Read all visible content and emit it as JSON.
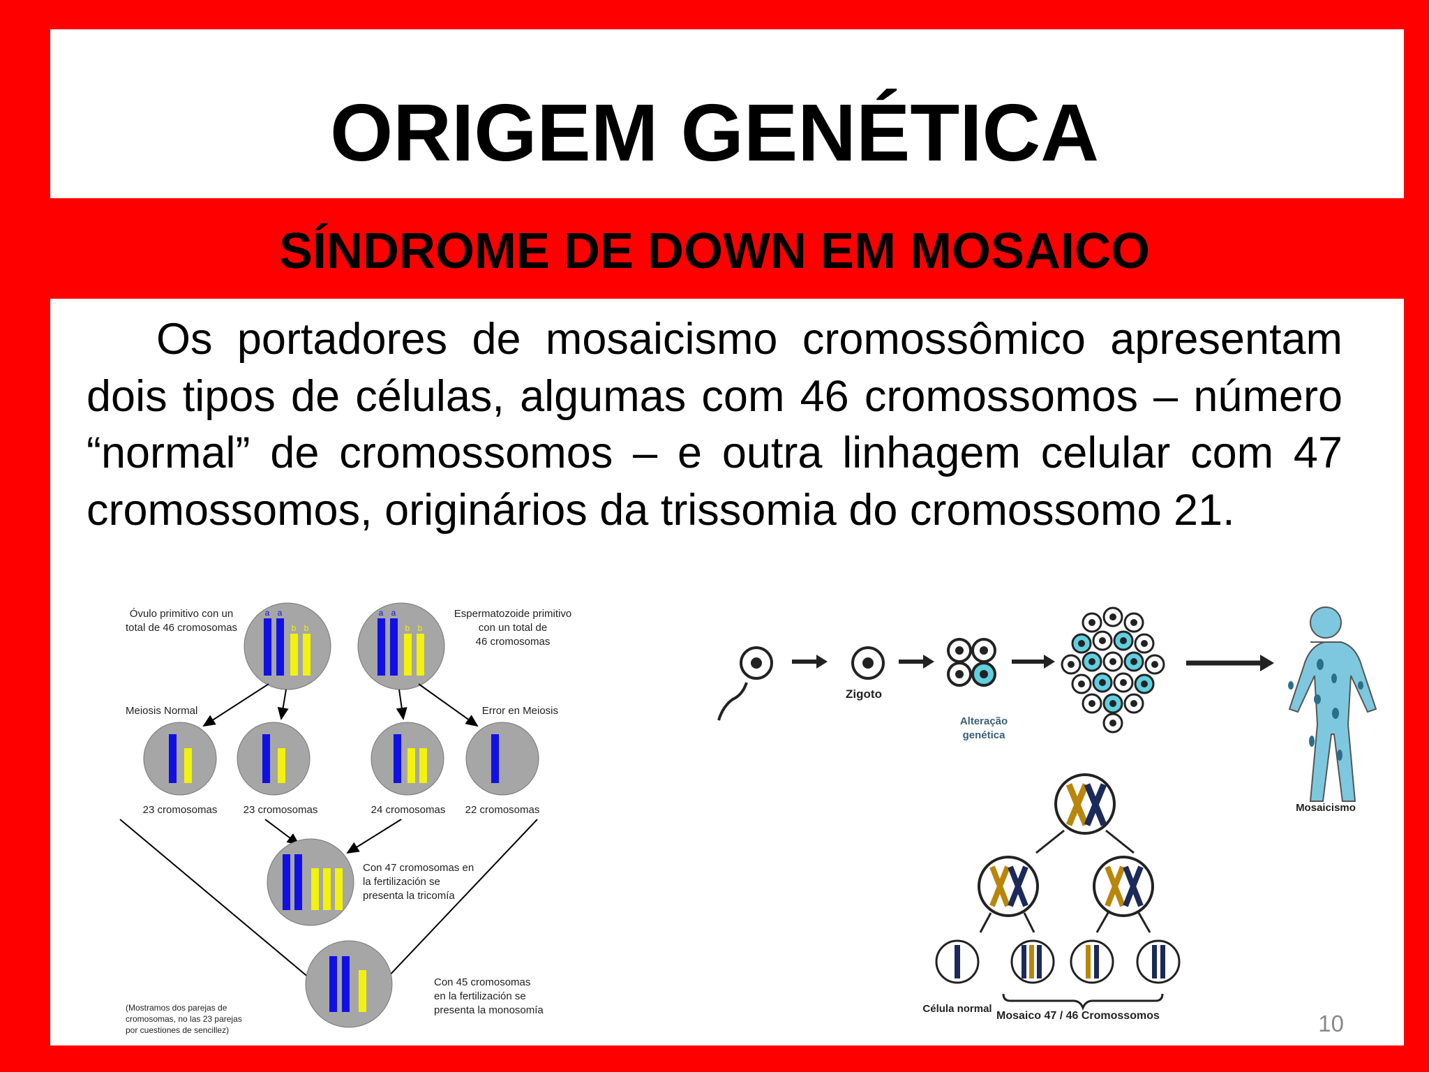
{
  "slide": {
    "title": "ORIGEM GENÉTICA",
    "subtitle": "SÍNDROME DE DOWN EM MOSAICO",
    "paragraph": "Os portadores de mosaicismo cromossômico apresentam dois tipos de células, algumas com 46 cromossomos – número “normal” de cromossomos – e outra linhagem celular com 47 cromossomos, originários da trissomia do cromossomo 21.",
    "page_number": "10"
  },
  "meiosis_figure": {
    "label_ovulo": [
      "Óvulo primitivo con un",
      "total de 46 cromosomas"
    ],
    "label_esperm": [
      "Espermatozoide primitivo",
      "con un total de",
      "46 cromosomas"
    ],
    "label_meiosis_normal": "Meiosis Normal",
    "label_error_meiosis": "Error en Meiosis",
    "count_1": "23 cromosomas",
    "count_2": "23 cromosomas",
    "count_3": "24 cromosomas",
    "count_4": "22 cromosomas",
    "label_47": [
      "Con 47 cromosomas en",
      "la fertilización se",
      "presenta la tricomía"
    ],
    "label_45": [
      "Con 45 cromosomas",
      "en la fertilización se",
      "presenta la monosomía"
    ],
    "footnote": [
      "(Mostramos dos parejas de",
      "cromosomas, no las 23 parejas",
      "por cuestiones de sencillez)"
    ],
    "allele_a": "a",
    "allele_b": "b",
    "colors": {
      "blue": "#1010e6",
      "yellow": "#f2f20c",
      "cell": "#a6a6a6"
    }
  },
  "mosaic_figure": {
    "label_zigoto": "Zigoto",
    "label_alteracao": [
      "Alteração",
      "genética"
    ],
    "label_mosaicismo": "Mosaicismo",
    "label_celula_normal": "Célula normal",
    "label_mosaico": "Mosaico 47 / 46 Cromossomos",
    "colors": {
      "cyan": "#5fd0e0",
      "skin": "#7ec8df"
    }
  }
}
